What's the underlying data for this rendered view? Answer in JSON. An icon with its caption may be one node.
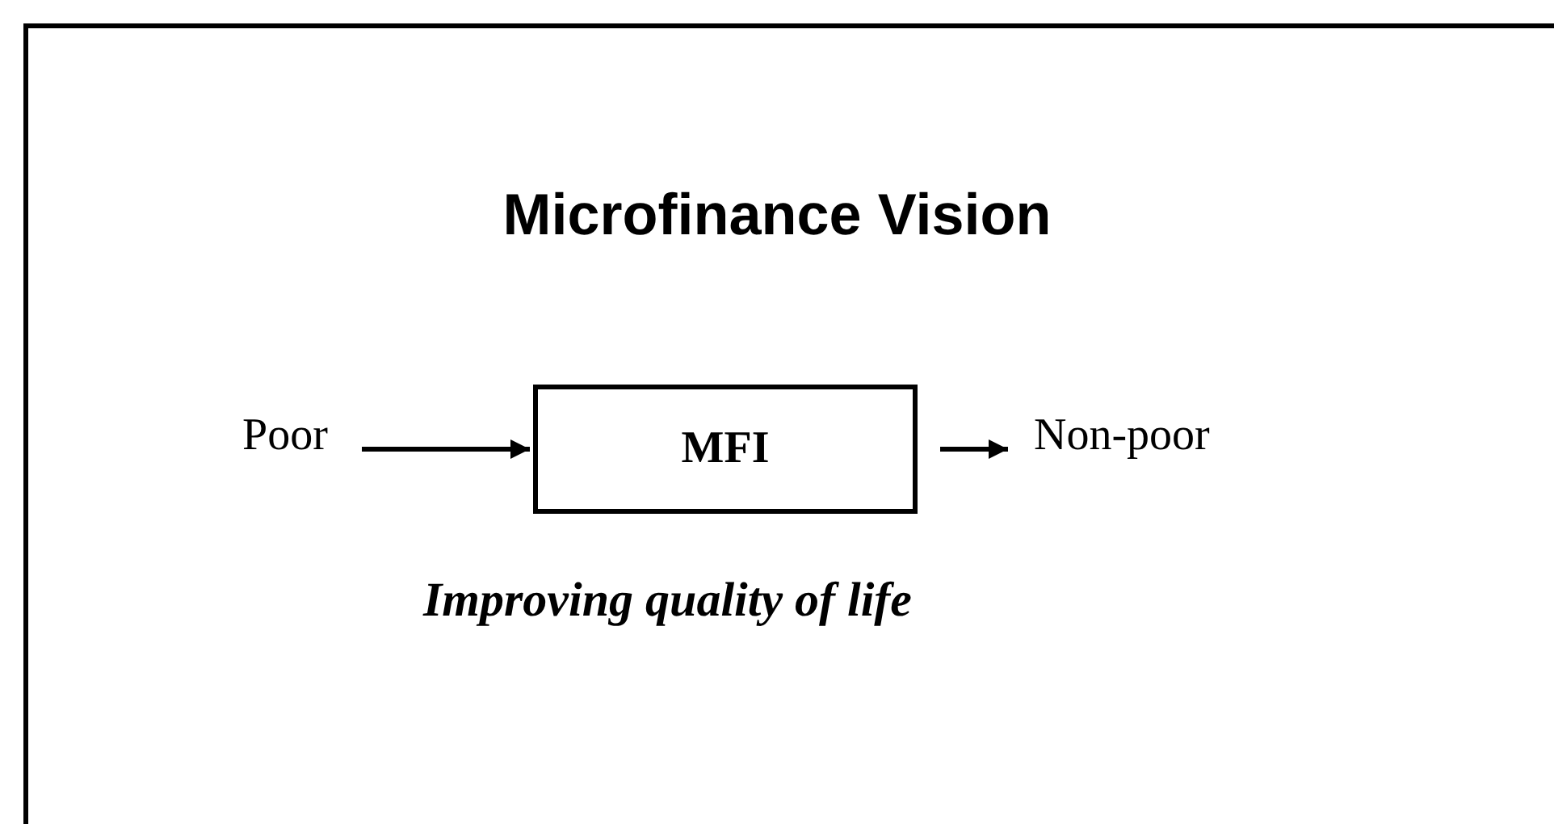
{
  "diagram": {
    "title": "Microfinance Vision",
    "nodes": [
      {
        "text": [
          "Poor"
        ]
      },
      {
        "text": [
          "MFI"
        ]
      },
      {
        "text": [
          "Non-poor"
        ]
      }
    ],
    "edges": [
      {
        "from": 0,
        "to": 1,
        "arrow": "to"
      },
      {
        "from": 1,
        "to": 2,
        "arrow": "to"
      }
    ],
    "labels": [
      "Improving quality of life"
    ]
  }
}
